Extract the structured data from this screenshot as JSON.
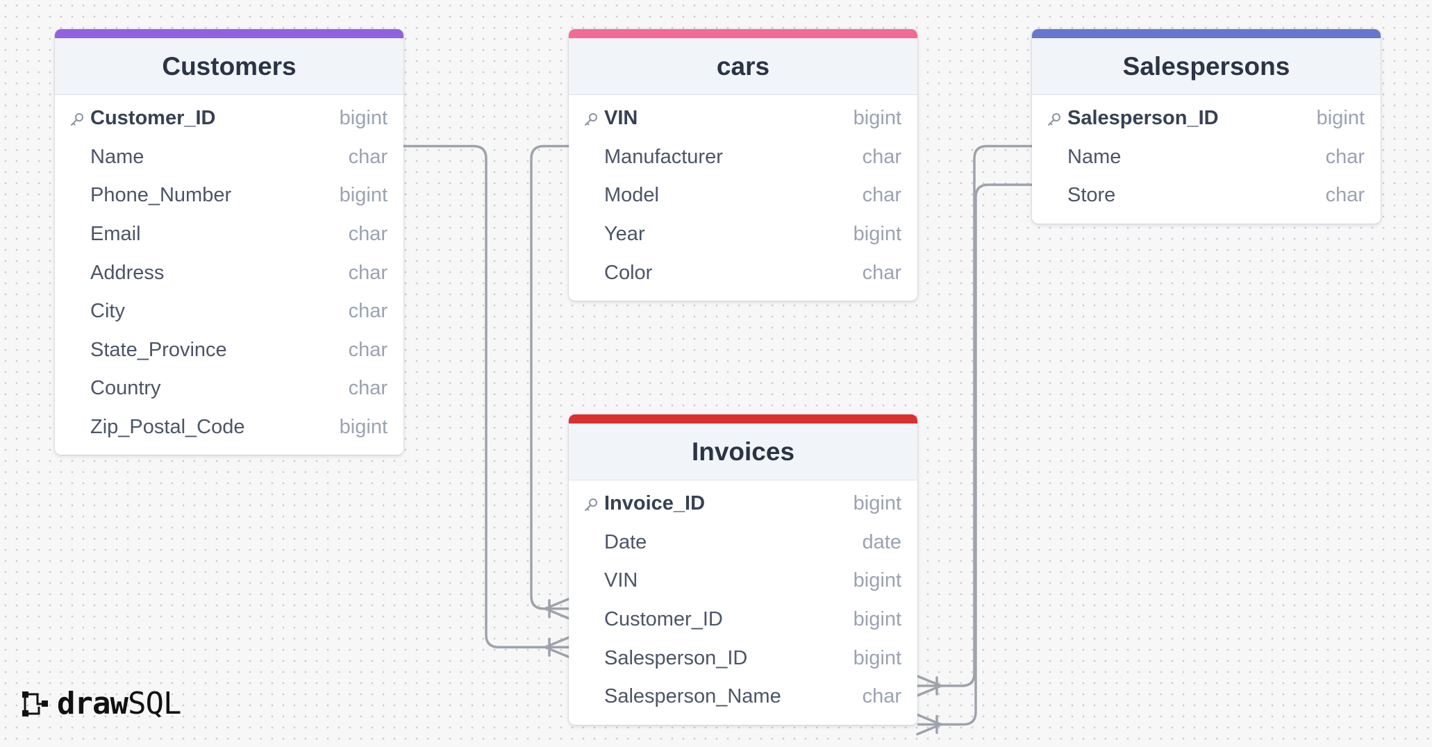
{
  "tables": [
    {
      "id": "customers",
      "title": "Customers",
      "accent": "#9061e0",
      "columns": [
        {
          "name": "Customer_ID",
          "type": "bigint",
          "pk": true
        },
        {
          "name": "Name",
          "type": "char",
          "pk": false
        },
        {
          "name": "Phone_Number",
          "type": "bigint",
          "pk": false
        },
        {
          "name": "Email",
          "type": "char",
          "pk": false
        },
        {
          "name": "Address",
          "type": "char",
          "pk": false
        },
        {
          "name": "City",
          "type": "char",
          "pk": false
        },
        {
          "name": "State_Province",
          "type": "char",
          "pk": false
        },
        {
          "name": "Country",
          "type": "char",
          "pk": false
        },
        {
          "name": "Zip_Postal_Code",
          "type": "bigint",
          "pk": false
        }
      ]
    },
    {
      "id": "cars",
      "title": "cars",
      "accent": "#f26b94",
      "columns": [
        {
          "name": "VIN",
          "type": "bigint",
          "pk": true
        },
        {
          "name": "Manufacturer",
          "type": "char",
          "pk": false
        },
        {
          "name": "Model",
          "type": "char",
          "pk": false
        },
        {
          "name": "Year",
          "type": "bigint",
          "pk": false
        },
        {
          "name": "Color",
          "type": "char",
          "pk": false
        }
      ]
    },
    {
      "id": "salespersons",
      "title": "Salespersons",
      "accent": "#6677cf",
      "columns": [
        {
          "name": "Salesperson_ID",
          "type": "bigint",
          "pk": true
        },
        {
          "name": "Name",
          "type": "char",
          "pk": false
        },
        {
          "name": "Store",
          "type": "char",
          "pk": false
        }
      ]
    },
    {
      "id": "invoices",
      "title": "Invoices",
      "accent": "#dc2f2f",
      "columns": [
        {
          "name": "Invoice_ID",
          "type": "bigint",
          "pk": true
        },
        {
          "name": "Date",
          "type": "date",
          "pk": false
        },
        {
          "name": "VIN",
          "type": "bigint",
          "pk": false
        },
        {
          "name": "Customer_ID",
          "type": "bigint",
          "pk": false
        },
        {
          "name": "Salesperson_ID",
          "type": "bigint",
          "pk": false
        },
        {
          "name": "Salesperson_Name",
          "type": "char",
          "pk": false
        }
      ]
    }
  ],
  "relationships": [
    {
      "from": "customers.Customer_ID",
      "to": "invoices.Customer_ID",
      "cardinality": "one-to-many"
    },
    {
      "from": "cars.VIN",
      "to": "invoices.VIN",
      "cardinality": "one-to-many"
    },
    {
      "from": "salespersons.Salesperson_ID",
      "to": "invoices.Salesperson_ID",
      "cardinality": "one-to-many"
    },
    {
      "from": "salespersons.Name",
      "to": "invoices.Salesperson_Name",
      "cardinality": "one-to-many"
    }
  ],
  "icons": {
    "primary_key": "key-icon",
    "logo": "drawsql-logo-icon"
  },
  "logo": {
    "part_bold": "draw",
    "part_light": "SQL"
  },
  "colors": {
    "connector": "#9ea3ab",
    "header_bg": "#f1f4f8",
    "title_text": "#2b3445",
    "column_text": "#4b5567",
    "type_text": "#9aa3b2"
  }
}
